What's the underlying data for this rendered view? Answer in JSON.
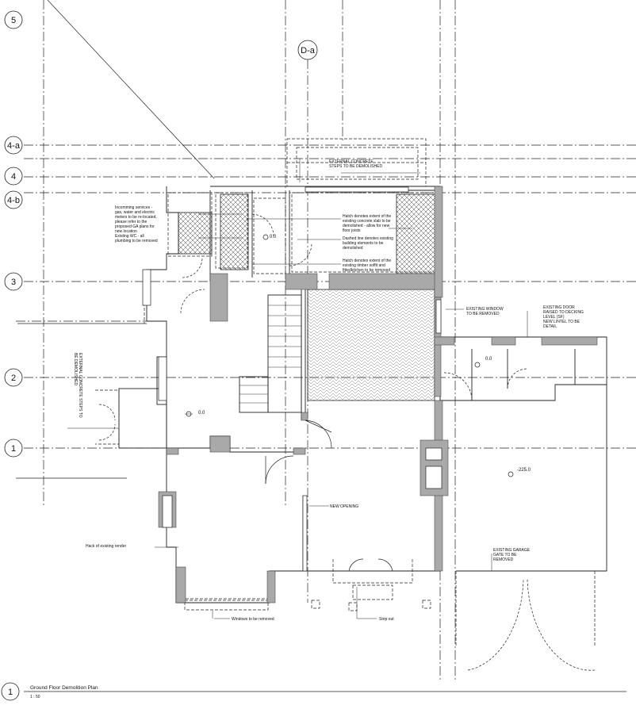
{
  "grid": {
    "five": "5",
    "d_a": "D-a",
    "four_a": "4-a",
    "four": "4",
    "four_b": "4-b",
    "three": "3",
    "two": "2",
    "one": "1"
  },
  "notes": {
    "ext_steps": [
      "EXTERNAL CONCRETE",
      "STEPS TO BE DEMOLISHED"
    ],
    "incoming": [
      "Incomming services -",
      "gas, water and electric",
      "meters to be re-located,",
      "please refer to the",
      "proposed GA plans for",
      "new location"
    ],
    "existing_wc": [
      "Existing WC - all",
      "plumbing to be removed"
    ],
    "hatch_slab": [
      "Hatch denotes extent of the",
      "existing concrete slab to be",
      "demolished - allow for new",
      "floor joists"
    ],
    "dashed": [
      "Dashed line denotes existing",
      "building elements to be",
      "demolished"
    ],
    "hatch_timber": [
      "Hatch denotes extent of the",
      "existing timber soffit and",
      "fittedkitchen to be removed"
    ],
    "exist_window": [
      "EXISTING WINDOW",
      "TO BE REMOVED"
    ],
    "exist_door": [
      "EXISTING DOOR",
      "RAISED TO DECKING",
      "LEVEL (SF)",
      "NEW LINTEL TO BE",
      "DETAIL"
    ],
    "ext_steps_left": [
      "EXTERNAL CONCRETE STEPS TO",
      "BE DEMOLISHED"
    ],
    "new_opening": "NEW OPENING",
    "hack_render": "Hack of existing render",
    "garage_gate": [
      "EXISTING GARAGE",
      "GATE TO BE",
      "REMOVED"
    ],
    "windows_removed": "Windows to be removed",
    "strip_out": "Strip out"
  },
  "levels": {
    "l1": "0.0",
    "l2": "0.0",
    "l3": "0.0",
    "l4": "-225.0"
  },
  "titleblock": {
    "number": "1",
    "title": "Ground Floor Demolition Plan",
    "scale": "1 : 50"
  }
}
